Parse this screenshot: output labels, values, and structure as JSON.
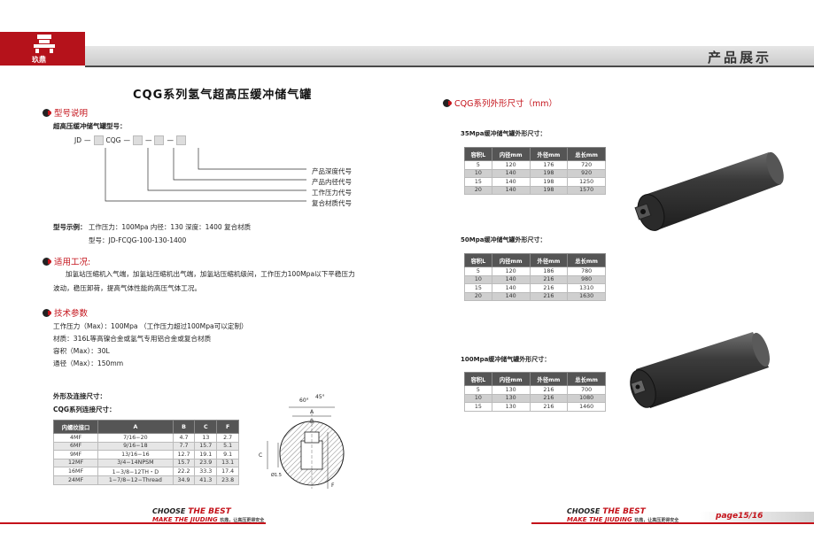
{
  "header": {
    "brand_name": "玖鼎",
    "page_title": "产品展示"
  },
  "left": {
    "main_title": "CQG系列氢气超高压缓冲储气罐",
    "model_section": {
      "title": "型号说明",
      "model_label": "超高压缓冲储气罐型号：",
      "code_prefix": "JD",
      "code_mid": "CQG",
      "annotations": [
        "产品深度代号",
        "产品内径代号",
        "工作压力代号",
        "复合材质代号"
      ],
      "example_label": "型号示例：",
      "example_text": "工作压力：100Mpa    内径：130    深度：1400  复合材质",
      "example_model": "型号：JD-FCQG-100-130-1400"
    },
    "application_section": {
      "title": "适用工况:",
      "line1": "加氢站压缩机入气端，加氢站压缩机出气端，加氢站压缩机级间，工作压力100Mpa以下平稳压力",
      "line2": "波动，稳压卸荷，提高气体性能的高压气体工况。"
    },
    "tech_section": {
      "title": "技术参数",
      "lines": [
        "工作压力（Max）：100Mpa （工作压力超过100Mpa可以定制）",
        "材质：316L等高镍合金或氢气专用铝合金或复合材质",
        "容积（Max）：30L",
        "通径（Max）：150mm"
      ]
    },
    "connection": {
      "label1": "外形及连接尺寸：",
      "label2": "CQG系列连接尺寸：",
      "headers": [
        "内螺纹接口",
        "A",
        "B",
        "C",
        "F"
      ],
      "rows": [
        [
          "4MF",
          "7/16−20",
          "4.7",
          "13",
          "2.7"
        ],
        [
          "6MF",
          "9/16−18",
          "7.7",
          "15.7",
          "5.1"
        ],
        [
          "9MF",
          "13/16−16",
          "12.7",
          "19.1",
          "9.1"
        ],
        [
          "12MF",
          "3/4−14NPSM",
          "15.7",
          "23.9",
          "13.1"
        ],
        [
          "16MF",
          "1−3/8−12TH・D",
          "22.2",
          "33.3",
          "17.4"
        ],
        [
          "24MF",
          "1−7/8−12−Thread",
          "34.9",
          "41.3",
          "23.8"
        ]
      ]
    },
    "drawing": {
      "angle1": "60°",
      "angle2": "45°",
      "dim_a": "A",
      "dim_b": "B",
      "dim_c": "C",
      "dim_d": "Ø1.5",
      "dim_f": "F"
    },
    "footer": {
      "choose": "CHOOSE",
      "the_best": "THE BEST",
      "make": "MAKE THE JIUDING",
      "slogan": "玖鼎，让高压更得安全"
    }
  },
  "right": {
    "section_title": "CQG系列外形尺寸（mm）",
    "tables": [
      {
        "title": "35Mpa缓冲储气罐外形尺寸：",
        "headers": [
          "容积L",
          "内径mm",
          "外径mm",
          "总长mm"
        ],
        "rows": [
          [
            "5",
            "120",
            "176",
            "720"
          ],
          [
            "10",
            "140",
            "198",
            "920"
          ],
          [
            "15",
            "140",
            "198",
            "1250"
          ],
          [
            "20",
            "140",
            "198",
            "1570"
          ]
        ]
      },
      {
        "title": "50Mpa缓冲储气罐外形尺寸：",
        "headers": [
          "容积L",
          "内径mm",
          "外径mm",
          "总长mm"
        ],
        "rows": [
          [
            "5",
            "120",
            "186",
            "780"
          ],
          [
            "10",
            "140",
            "216",
            "980"
          ],
          [
            "15",
            "140",
            "216",
            "1310"
          ],
          [
            "20",
            "140",
            "216",
            "1630"
          ]
        ]
      },
      {
        "title": "100Mpa缓冲储气罐外形尺寸：",
        "headers": [
          "容积L",
          "内径mm",
          "外径mm",
          "总长mm"
        ],
        "rows": [
          [
            "5",
            "130",
            "216",
            "700"
          ],
          [
            "10",
            "130",
            "216",
            "1080"
          ],
          [
            "15",
            "130",
            "216",
            "1460"
          ]
        ]
      }
    ],
    "footer": {
      "choose": "CHOOSE",
      "the_best": "THE BEST",
      "make": "MAKE THE JIUDING",
      "slogan": "玖鼎，让高压更得安全",
      "page_label": "page",
      "page_num": "15/16"
    }
  },
  "colors": {
    "accent_red": "#c4121a",
    "table_header": "#555555"
  }
}
